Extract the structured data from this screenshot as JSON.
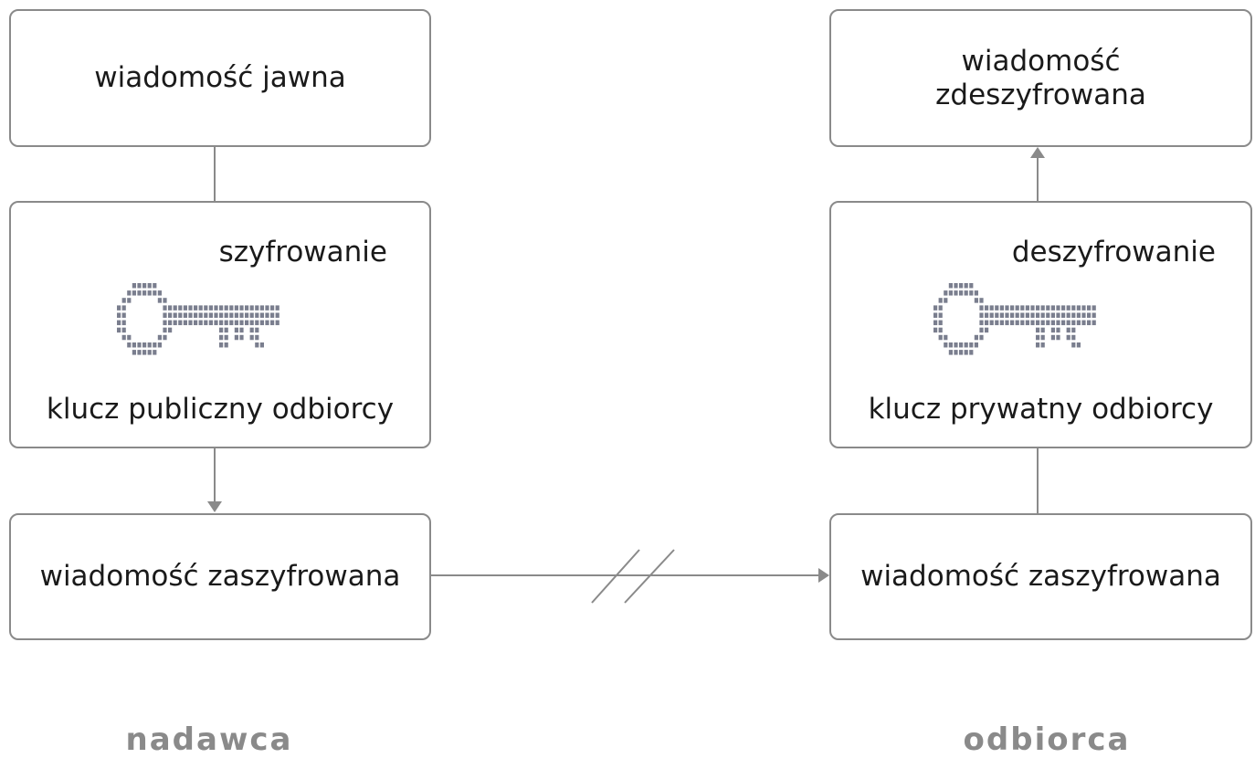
{
  "sender": {
    "plain_message": "wiadomość jawna",
    "process_title": "szyfrowanie",
    "key_label": "klucz publiczny odbiorcy",
    "encrypted_message": "wiadomość zaszyfrowana",
    "caption": "nadawca"
  },
  "receiver": {
    "decrypted_message_line1": "wiadomość",
    "decrypted_message_line2": "zdeszyfrowana",
    "process_title": "deszyfrowanie",
    "key_label": "klucz prywatny odbiorcy",
    "encrypted_message": "wiadomość zaszyfrowana",
    "caption": "odbiorca"
  },
  "colors": {
    "border": "#8a8a8a",
    "key": "#7a7e8e",
    "caption": "#8a8a8a"
  },
  "icons": [
    "key-icon",
    "arrow-icon",
    "interruption-icon"
  ]
}
